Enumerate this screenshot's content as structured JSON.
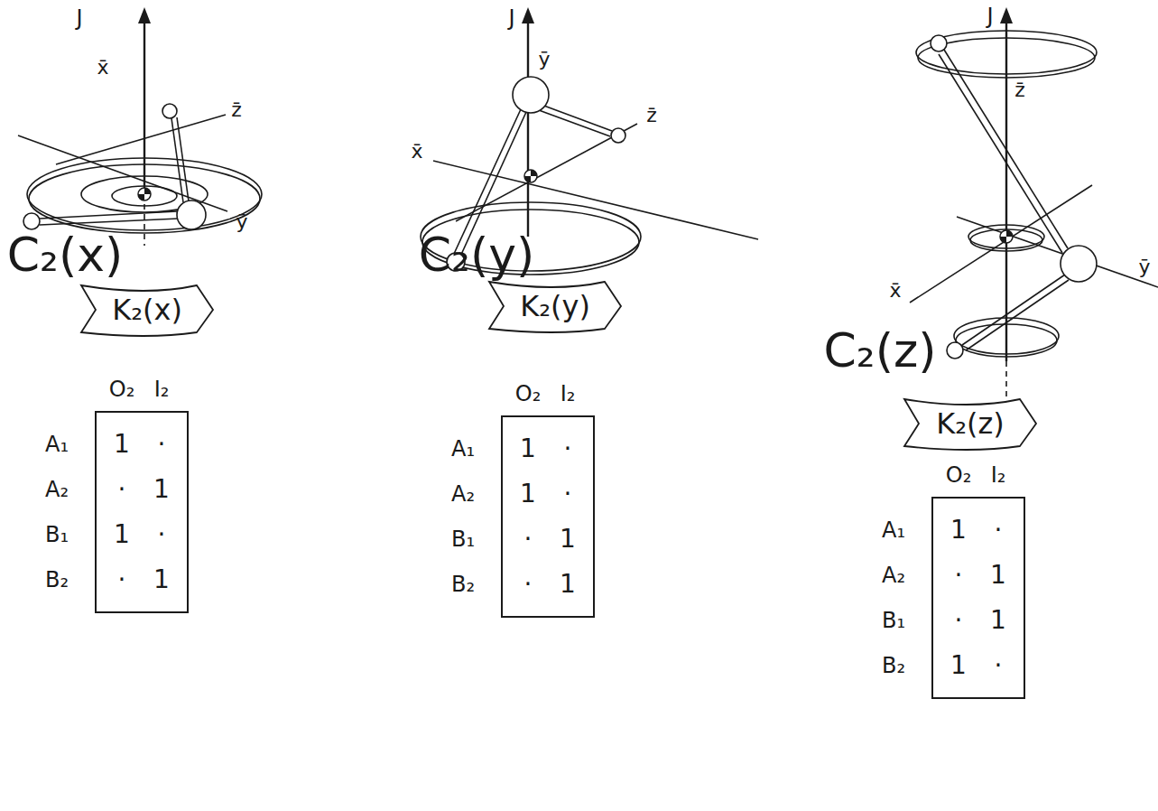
{
  "diagram": {
    "nodes": [
      {
        "text": [
          "K₂(x)"
        ]
      },
      {
        "text": [
          "1",
          "·",
          "·",
          "1",
          "1",
          "·",
          "·",
          "1"
        ]
      },
      {
        "text": [
          "K₂(y)"
        ]
      },
      {
        "text": [
          "1",
          "·",
          "1",
          "·",
          "·",
          "1",
          "·",
          "1"
        ]
      },
      {
        "text": [
          "K₂(z)"
        ]
      },
      {
        "text": [
          "1",
          "·",
          "·",
          "1",
          "·",
          "1",
          "1",
          "·"
        ]
      }
    ],
    "labels": [
      "J",
      "x̄",
      "z̄",
      "ȳ",
      "C₂(x)",
      "O₂",
      "I₂",
      "A₁",
      "A₂",
      "B₁",
      "B₂",
      "J",
      "ȳ",
      "z̄",
      "x̄",
      "C₂(y)",
      "O₂",
      "I₂",
      "A₁",
      "A₂",
      "B₁",
      "B₂",
      "J",
      "z̄",
      "x̄",
      "ȳ",
      "C₂(z)",
      "O₂",
      "I₂",
      "A₁",
      "A₂",
      "B₁",
      "B₂"
    ]
  }
}
